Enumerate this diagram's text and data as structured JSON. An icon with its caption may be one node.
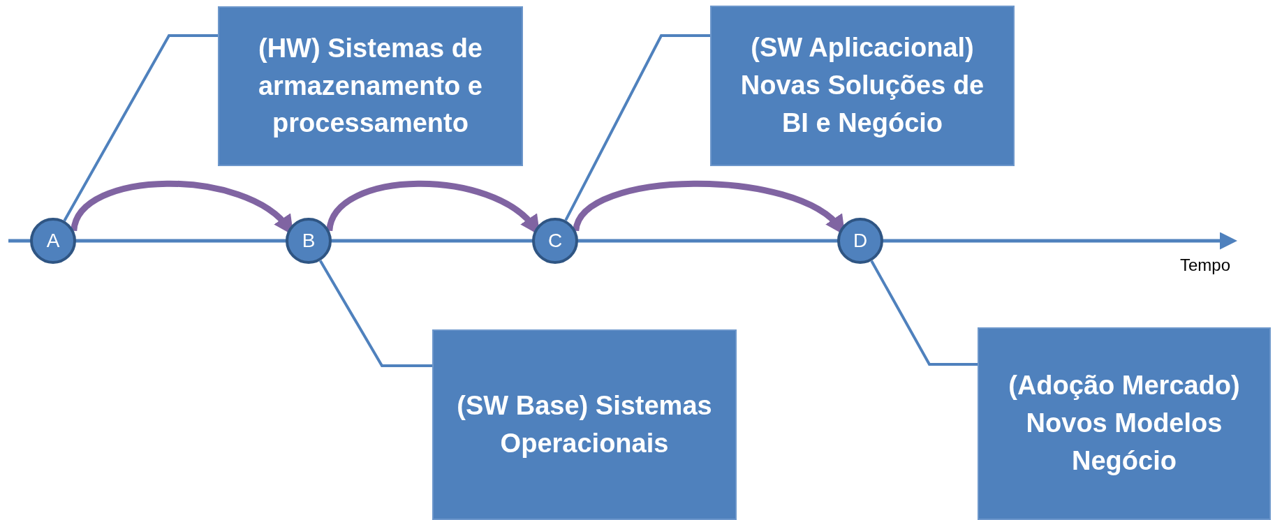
{
  "diagram": {
    "nodes": [
      {
        "text": [
          "A"
        ]
      },
      {
        "text": [
          "B"
        ]
      },
      {
        "text": [
          "C"
        ]
      },
      {
        "text": [
          "D"
        ]
      },
      {
        "text": [
          "(HW) Sistemas de armazenamento e processamento"
        ]
      },
      {
        "text": [
          "(SW Aplicacional) Novas Soluções de BI e Negócio"
        ]
      },
      {
        "text": [
          "(SW Base) Sistemas Operacionais"
        ]
      },
      {
        "text": [
          "(Adoção Mercado) Novos Modelos Negócio"
        ]
      }
    ],
    "edges": [
      {
        "from": 0,
        "to": 1,
        "arrow": "to",
        "style": "thick",
        "color": "#8064a2"
      },
      {
        "from": 1,
        "to": 2,
        "arrow": "to",
        "style": "thick",
        "color": "#8064a2"
      },
      {
        "from": 2,
        "to": 3,
        "arrow": "to",
        "style": "thick",
        "color": "#8064a2"
      },
      {
        "from": 0,
        "to": 4,
        "arrow": "none"
      },
      {
        "from": 2,
        "to": 5,
        "arrow": "none"
      },
      {
        "from": 1,
        "to": 6,
        "arrow": "none"
      },
      {
        "from": 3,
        "to": 7,
        "arrow": "none"
      }
    ],
    "labels": [
      "Tempo"
    ]
  }
}
